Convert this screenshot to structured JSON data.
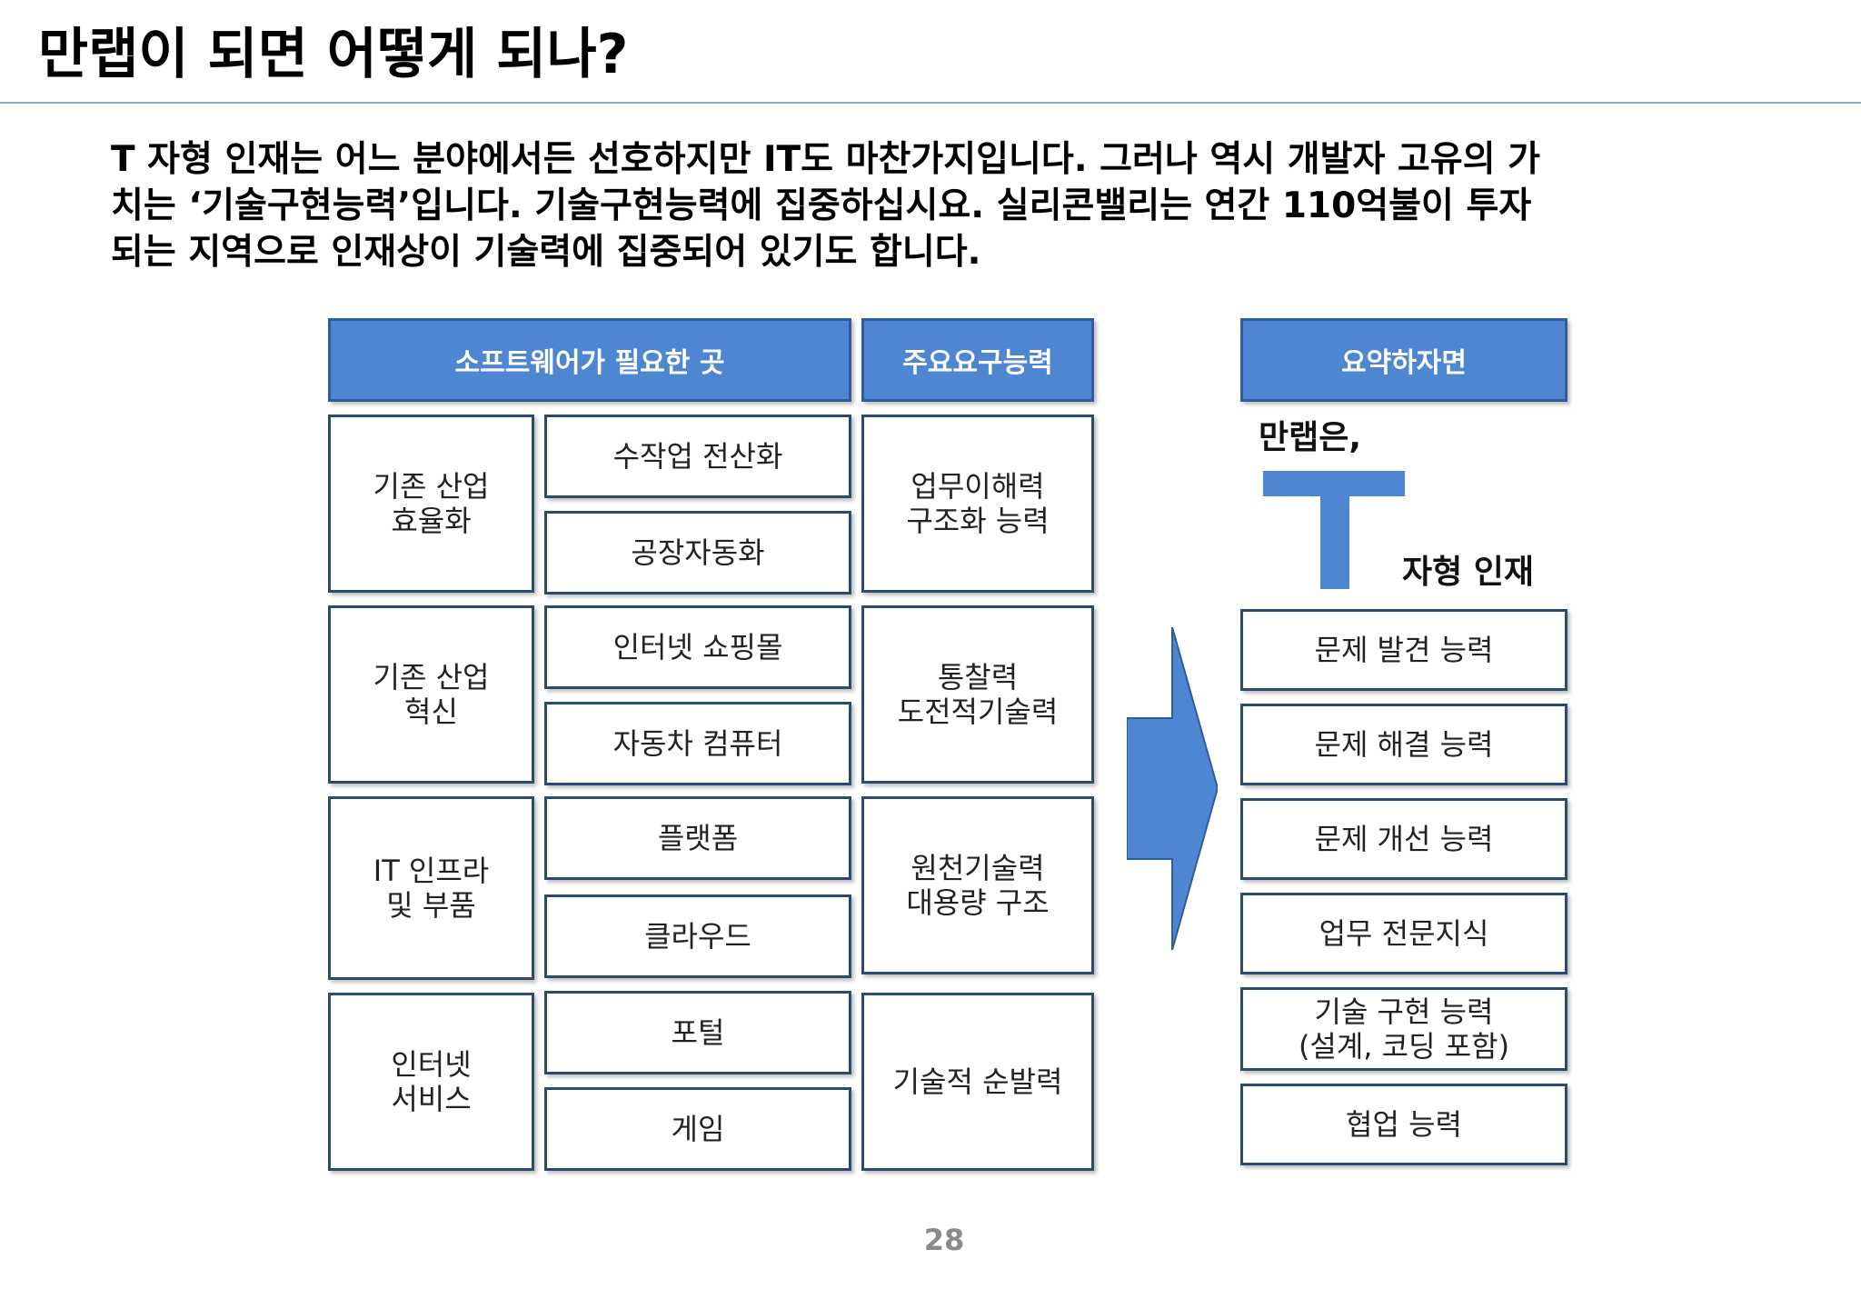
{
  "title": "만랩이 되면 어떻게 되나?",
  "intro_lines": [
    "T 자형 인재는 어느 분야에서든 선호하지만 IT도 마찬가지입니다. 그러나 역시 개발자 고유의 가",
    "치는 ‘기술구현능력’입니다. 기술구현능력에 집중하십시요. 실리콘밸리는 연간 110억불이 투자",
    "되는 지역으로 인재상이 기술력에 집중되어 있기도 합니다."
  ],
  "headers": {
    "software": "소프트웨어가 필요한 곳",
    "abilities": "주요요구능력",
    "summary": "요약하자면"
  },
  "groups": [
    {
      "category": [
        "기존 산업",
        "효율화"
      ],
      "items": [
        "수작업 전산화",
        "공장자동화"
      ],
      "ability": [
        "업무이해력",
        "구조화 능력"
      ]
    },
    {
      "category": [
        "기존 산업",
        "혁신"
      ],
      "items": [
        "인터넷 쇼핑몰",
        "자동차 컴퓨터"
      ],
      "ability": [
        "통찰력",
        "도전적기술력"
      ]
    },
    {
      "category": [
        "IT 인프라",
        "및 부품"
      ],
      "items": [
        "플랫폼",
        "클라우드"
      ],
      "ability": [
        "원천기술력",
        "대용량 구조"
      ]
    },
    {
      "category": [
        "인터넷",
        "서비스"
      ],
      "items": [
        "포털",
        "게임"
      ],
      "ability": [
        "기술적 순발력"
      ]
    }
  ],
  "summary": {
    "lead": "만랩은,",
    "t_caption": "자형 인재",
    "items": [
      [
        "문제 발견 능력"
      ],
      [
        "문제 해결 능력"
      ],
      [
        "문제 개선 능력"
      ],
      [
        "업무 전문지식"
      ],
      [
        "기술 구현 능력",
        "(설계, 코딩 포함)"
      ],
      [
        "협업 능력"
      ]
    ]
  },
  "page_number": "28",
  "colors": {
    "header_fill": "#4f86d2",
    "header_border": "#2e5c9c",
    "box_border": "#2e4a6e",
    "title_rule": "#8ea9c5",
    "page_number": "#8a8a8a"
  },
  "icons": {
    "arrow": "right-arrow-icon",
    "t_shape": "t-shape-icon"
  }
}
